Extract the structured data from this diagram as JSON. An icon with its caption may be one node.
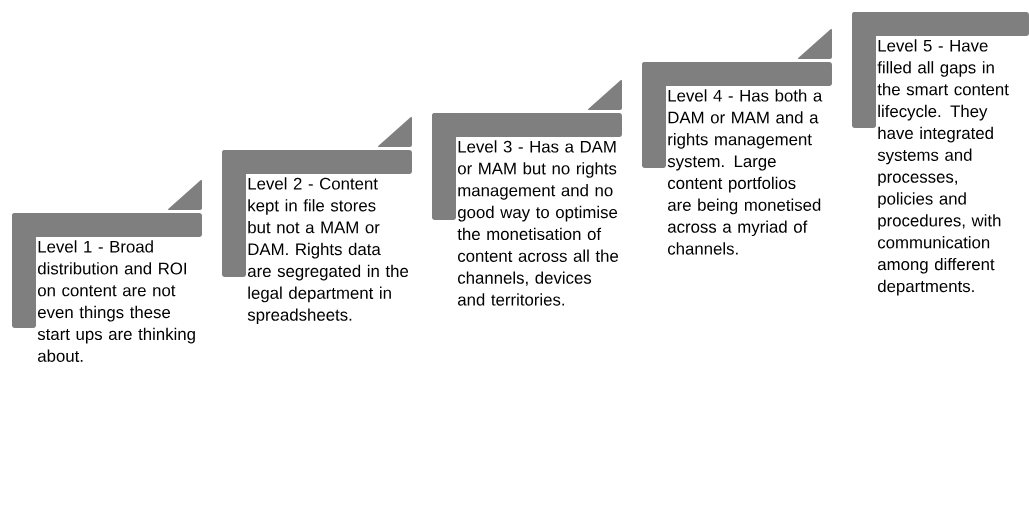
{
  "diagram": {
    "nodes": [
      {
        "text": [
          "Level 1 - Broad distribution and ROI on content are not even things these start ups are thinking about."
        ]
      },
      {
        "text": [
          "Level 2 - Content kept in file stores but not a MAM or DAM.  Rights data are segregated in the legal department in spreadsheets."
        ]
      },
      {
        "text": [
          "Level 3 - Has a DAM or MAM but no rights management and no good way to optimise the monetisation of content across all the channels, devices and territories."
        ]
      },
      {
        "text": [
          "Level 4 - Has both a DAM or MAM and a rights management system.  Large content portfolios are being monetised across a myriad of channels."
        ]
      },
      {
        "text": [
          "Level 5 - Have filled all gaps in the smart content lifecycle. They have integrated systems and processes, policies and procedures, with communication among different departments."
        ]
      }
    ]
  }
}
